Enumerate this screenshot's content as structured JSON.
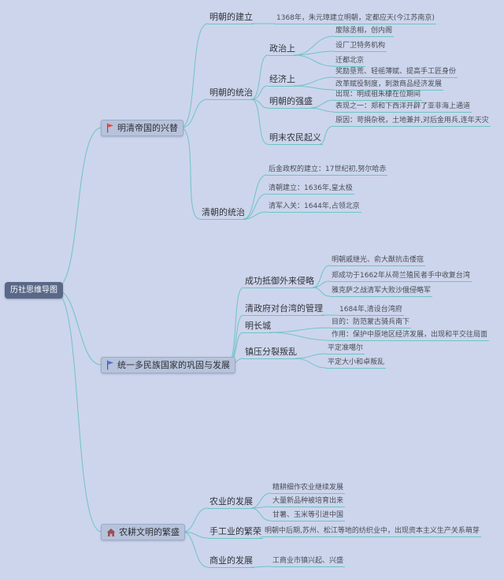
{
  "canvas": {
    "background": "#ccd5ec",
    "line_color": "#6fc3c5"
  },
  "root": {
    "label": "历社思维导图"
  },
  "branch1": {
    "label": "明清帝国的兴替",
    "icon": "red-flag-icon",
    "ming_founding": {
      "label": "明朝的建立",
      "detail": "1368年，朱元璋建立明朝，定都应天(今江苏南京)"
    },
    "ming_rule": {
      "label": "明朝的统治",
      "politics": {
        "label": "政治上",
        "items": [
          "废除丞相，创内阁",
          "设厂卫特务机构",
          "迁都北京"
        ]
      },
      "economy": {
        "label": "经济上",
        "items": [
          "奖励垦荒、轻徭薄赋、提高手工匠身份",
          "改革赋役制度，刺激商品经济发展"
        ]
      },
      "prosperity": {
        "label": "明朝的强盛",
        "items": [
          "出现：明成祖朱棣在位期间",
          "表现之一：郑和下西洋开辟了亚非海上通道"
        ]
      },
      "uprising": {
        "label": "明末农民起义",
        "items": [
          "原因：苛捐杂税，土地兼并,对后金用兵,连年天灾"
        ]
      }
    },
    "qing_rule": {
      "label": "清朝的统治",
      "items": [
        "后金政权的建立：17世纪初,努尔哈赤",
        "清朝建立：1636年,皇太极",
        "清军入关：1644年,占领北京"
      ]
    }
  },
  "branch2": {
    "label": "统一多民族国家的巩固与发展",
    "icon": "blue-flag-icon",
    "resist": {
      "label": "成功抵御外来侵略",
      "items": [
        "明朝戚继光、俞大猷抗击倭寇",
        "郑成功于1662年从荷兰殖民者手中收复台湾",
        "雅克萨之战清军大败沙俄侵略军"
      ]
    },
    "taiwan": {
      "label": "清政府对台湾的管理",
      "items": [
        "1684年,清设台湾府"
      ]
    },
    "great_wall": {
      "label": "明长城",
      "items": [
        "目的：防范蒙古骑兵南下",
        "作用：保护中原地区经济发展，出现和平交往局面"
      ]
    },
    "rebellion": {
      "label": "镇压分裂叛乱",
      "items": [
        "平定准噶尔",
        "平定大小和卓叛乱"
      ]
    }
  },
  "branch3": {
    "label": "农耕文明的繁盛",
    "icon": "house-icon",
    "agriculture": {
      "label": "农业的发展",
      "items": [
        "精耕细作农业继续发展",
        "大量新品种被培育出来",
        "甘薯、玉米等引进中国"
      ]
    },
    "handicraft": {
      "label": "手工业的繁荣",
      "items": [
        "明朝中后期,苏州、松江等地的纺织业中，出现资本主义生产关系萌芽"
      ]
    },
    "commerce": {
      "label": "商业的发展",
      "items": [
        "工商业市镇兴起、兴盛"
      ]
    }
  }
}
